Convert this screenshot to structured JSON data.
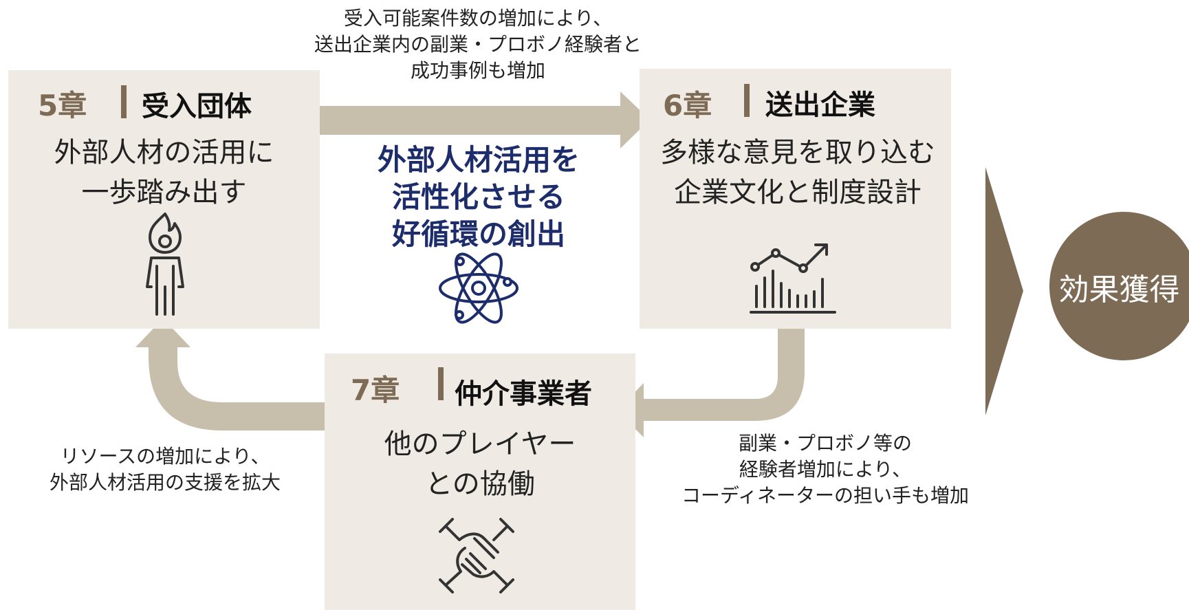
{
  "colors": {
    "box_fill": "#efebe4",
    "arrow": "#c8beac",
    "accent": "#7d6b55",
    "center_title": "#1d2d6b",
    "result_circle": "#7d6b55"
  },
  "box5": {
    "chapter": "5章",
    "title": "受入団体",
    "body": [
      "外部人材の活用に",
      "一歩踏み出す"
    ],
    "icon": "person-fire-icon"
  },
  "box6": {
    "chapter": "6章",
    "title": "送出企業",
    "body": [
      "多様な意見を取り込む",
      "企業文化と制度設計"
    ],
    "icon": "line-bar-chart-icon"
  },
  "box7": {
    "chapter": "7章",
    "title": "仲介事業者",
    "body": [
      "他のプレイヤー",
      "との協働"
    ],
    "icon": "hands-together-icon"
  },
  "center": {
    "lines": [
      "外部人材活用を",
      "活性化させる",
      "好循環の創出"
    ],
    "icon": "atom-icon"
  },
  "notes": {
    "top": [
      "受入可能案件数の増加により、",
      "送出企業内の副業・プロボノ経験者と",
      "成功事例も増加"
    ],
    "bottom_right": [
      "副業・プロボノ等の",
      "経験者増加により、",
      "コーディネーターの担い手も増加"
    ],
    "bottom_left": [
      "リソースの増加により、",
      "外部人材活用の支援を拡大"
    ]
  },
  "result": {
    "label": "効果獲得"
  }
}
